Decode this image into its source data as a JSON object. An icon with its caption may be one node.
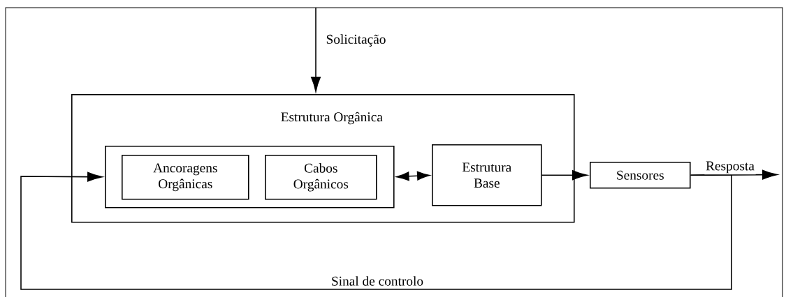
{
  "diagram": {
    "nodes": [
      {
        "text": [
          "Estrutura Orgânica"
        ]
      },
      {
        "text": [],
        "shape": "box",
        "in": 0
      },
      {
        "text": [
          "Ancoragens Orgânicas"
        ],
        "in": 1
      },
      {
        "text": [
          "Cabos Orgânicos"
        ],
        "in": 1
      },
      {
        "text": [
          "Estrutura Base"
        ],
        "in": 0
      },
      {
        "text": [
          "Sensores"
        ]
      }
    ],
    "edges": [
      {
        "from": null,
        "to": 0,
        "arrow": "to",
        "label": "Solicitação"
      },
      {
        "from": 1,
        "to": 4,
        "arrow": "both"
      },
      {
        "from": 4,
        "to": 5,
        "arrow": "to"
      },
      {
        "from": 5,
        "to": null,
        "arrow": "to",
        "label": "Resposta"
      },
      {
        "from": 5,
        "to": 1,
        "arrow": "to",
        "label": "Sinal de controlo"
      }
    ]
  }
}
